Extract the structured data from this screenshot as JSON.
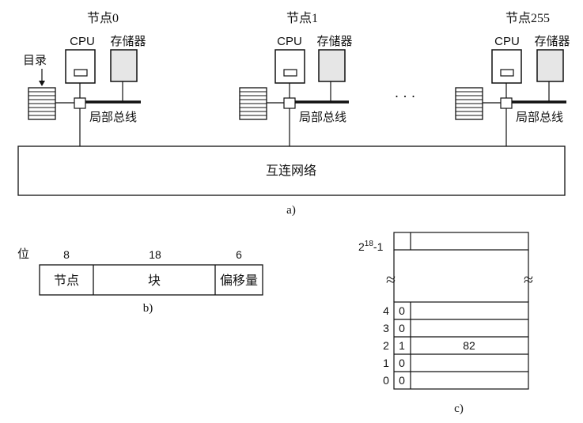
{
  "figure_a": {
    "nodes": [
      {
        "title": "节点0",
        "cpu_label": "CPU",
        "memory_label": "存储器",
        "bus_label": "局部总线",
        "directory_label": "目录"
      },
      {
        "title": "节点1",
        "cpu_label": "CPU",
        "memory_label": "存储器",
        "bus_label": "局部总线"
      },
      {
        "title": "节点255",
        "cpu_label": "CPU",
        "memory_label": "存储器",
        "bus_label": "局部总线"
      }
    ],
    "ellipsis": "· · ·",
    "interconnect_label": "互连网络",
    "caption": "a)"
  },
  "figure_b": {
    "bits_label": "位",
    "fields": [
      {
        "bits": "8",
        "name": "节点"
      },
      {
        "bits": "18",
        "name": "块"
      },
      {
        "bits": "6",
        "name": "偏移量"
      }
    ],
    "caption": "b)"
  },
  "figure_c": {
    "top_label_base": "2",
    "top_label_exp": "18",
    "top_label_suffix": "-1",
    "break_symbol": "≈",
    "rows": [
      {
        "index": "4",
        "bit": "0",
        "value": ""
      },
      {
        "index": "3",
        "bit": "0",
        "value": ""
      },
      {
        "index": "2",
        "bit": "1",
        "value": "82"
      },
      {
        "index": "1",
        "bit": "0",
        "value": ""
      },
      {
        "index": "0",
        "bit": "0",
        "value": ""
      }
    ],
    "caption": "c)"
  }
}
